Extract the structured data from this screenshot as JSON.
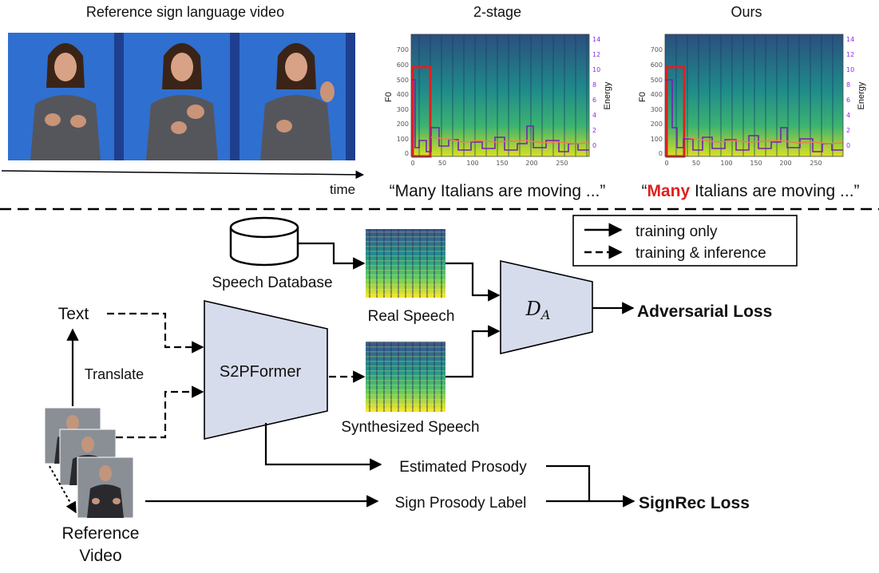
{
  "top": {
    "reference_title": "Reference sign language video",
    "two_stage_title": "2-stage",
    "ours_title": "Ours",
    "time_label": "time",
    "two_stage_caption": "“Many Italians are moving ...”",
    "ours_caption_highlight": "Many",
    "ours_caption_rest": " Italians are moving ...”",
    "ours_caption_open": "“",
    "f0_label": "F0",
    "energy_label": "Energy",
    "f0_ticks": [
      "0",
      "100",
      "200",
      "300",
      "400",
      "500",
      "600",
      "700"
    ],
    "energy_ticks": [
      "0",
      "2",
      "4",
      "6",
      "8",
      "10",
      "12",
      "14"
    ],
    "x_ticks": [
      "0",
      "50",
      "100",
      "150",
      "200",
      "250"
    ]
  },
  "legend": {
    "solid_label": "training only",
    "dashed_label": "training & inference"
  },
  "nodes": {
    "speech_database": "Speech Database",
    "real_speech": "Real Speech",
    "synth_speech": "Synthesized Speech",
    "discriminator": "D",
    "discriminator_sub": "A",
    "adversarial_loss": "Adversarial Loss",
    "text": "Text",
    "translate": "Translate",
    "s2pformer": "S2PFormer",
    "estimated_prosody": "Estimated Prosody",
    "sign_prosody_label": "Sign Prosody Label",
    "signrec_loss": "SignRec Loss",
    "reference_video_l1": "Reference",
    "reference_video_l2": "Video"
  },
  "colors": {
    "adversarial": "#2e75b6",
    "signrec": "#e02020",
    "block_fill": "#d6dcec",
    "highlight_red": "#e02020",
    "video_bg": "#2f6fd0"
  }
}
